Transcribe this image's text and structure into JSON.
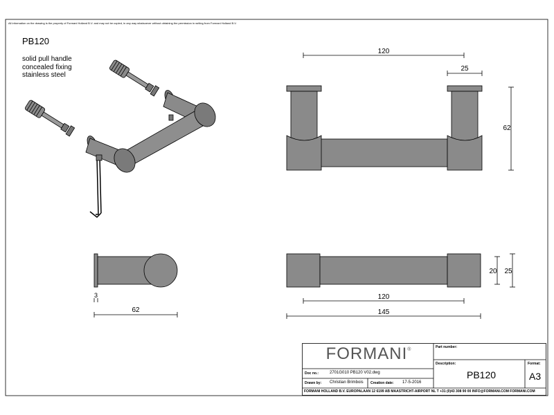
{
  "notice": "All information on the drawing is the property of Formani Holland B.V. and may not be copied, in any way whatsoever without obtaining the permission in writing from Formani Holland B.V.",
  "product": {
    "code": "PB120",
    "description_lines": [
      "solid pull handle",
      "concealed fixing",
      "stainless steel"
    ]
  },
  "dimensions": {
    "front_width": "120",
    "post_width": "25",
    "height": "62",
    "side_depth": "62",
    "side_plate": "3",
    "top_centers": "120",
    "top_overall": "145",
    "bar_diameter": "20",
    "post_diameter": "25"
  },
  "title_block": {
    "brand": "FORMANI",
    "brand_mark": "®",
    "part_number_label": "Part number:",
    "part_number_value": "",
    "description_label": "Description:",
    "description_value": "PB120",
    "format_label": "Format:",
    "format_value": "A3",
    "doc_no_label": "Doc no.:",
    "doc_no_value": "2701G010 PB120 V02.dwg",
    "drawn_by_label": "Drawn by:",
    "drawn_by_value": "Christian Brimbois",
    "creation_date_label": "Creation date:",
    "creation_date_value": "17-5-2016",
    "footer": "FORMANI HOLLAND B.V.  EUROPALAAN 12  6199 AB MAASTRICHT-AIRPORT NL  T +31 (0)43 308 90 00 INFO@FORMANI.COM FORMANI.COM"
  },
  "colors": {
    "metal": "#8a8a8a",
    "metal_dark": "#6e6e6e",
    "line": "#000000"
  }
}
